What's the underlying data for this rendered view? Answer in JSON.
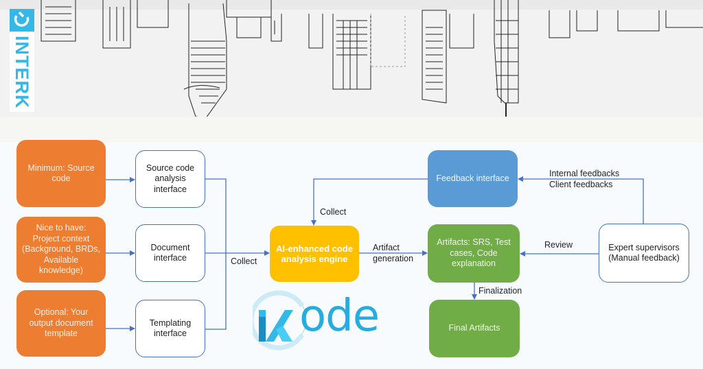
{
  "brand": {
    "interk_logo_text": "INTERK",
    "kode_logo_text": "ode",
    "accent_color": "#33b8e8"
  },
  "colors": {
    "input": "#ed7d31",
    "interface": "#4472c4",
    "engine": "#ffc000",
    "feedback": "#5b9bd5",
    "artifact": "#70ad47"
  },
  "inputs": [
    {
      "label": "Minimum: Source code"
    },
    {
      "label": "Nice to have: Project context (Background, BRDs, Available knowledge)"
    },
    {
      "label": "Optional: Your output document template"
    }
  ],
  "interfaces": [
    {
      "label": "Source code analysis interface"
    },
    {
      "label": "Document interface"
    },
    {
      "label": "Templating interface"
    }
  ],
  "engine": {
    "label": "AI-enhanced code analysis engine"
  },
  "feedback": {
    "label": "Feedback interface"
  },
  "artifacts": {
    "label": "Artifacts: SRS, Test cases, Code explanation"
  },
  "final": {
    "label": "Final Artifacts"
  },
  "experts": {
    "label": "Expert supervisors (Manual feedback)"
  },
  "edges": {
    "collect_left": "Collect",
    "collect_top": "Collect",
    "artifact_generation_1": "Artifact",
    "artifact_generation_2": "generation",
    "review": "Review",
    "finalization": "Finalization",
    "feedbacks_1": "Internal feedbacks",
    "feedbacks_2": "Client feedbacks"
  }
}
